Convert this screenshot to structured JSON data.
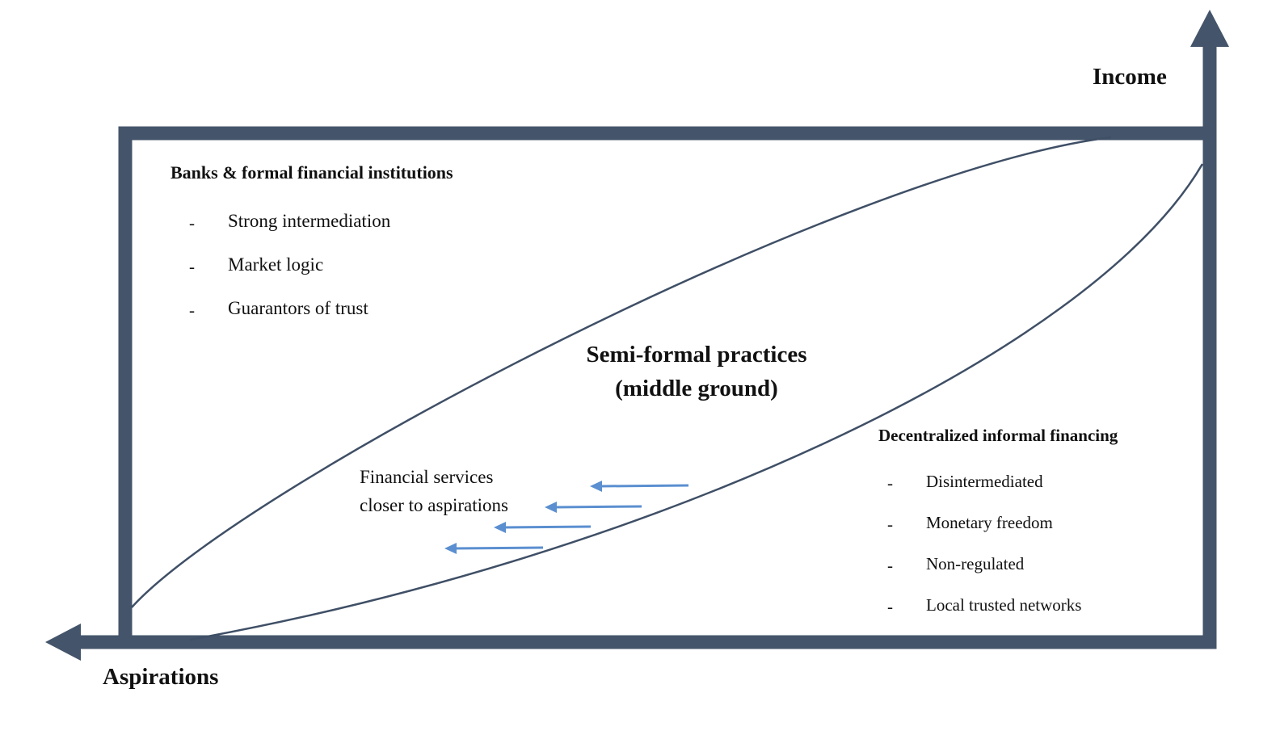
{
  "axes": {
    "y_label": "Income",
    "x_label": "Aspirations"
  },
  "formal": {
    "heading": "Banks & formal financial institutions",
    "items": [
      "Strong intermediation",
      "Market logic",
      "Guarantors of trust"
    ]
  },
  "middle": {
    "title_line1": "Semi-formal practices",
    "title_line2": "(middle ground)",
    "note_line1": "Financial services",
    "note_line2": "closer to aspirations"
  },
  "informal": {
    "heading": "Decentralized informal financing",
    "items": [
      "Disintermediated",
      "Monetary freedom",
      "Non-regulated",
      "Local trusted networks"
    ]
  },
  "bullet": "-",
  "colors": {
    "frame": "#44546a",
    "curve": "#3f4f66",
    "arrow": "#5b8fd0"
  }
}
